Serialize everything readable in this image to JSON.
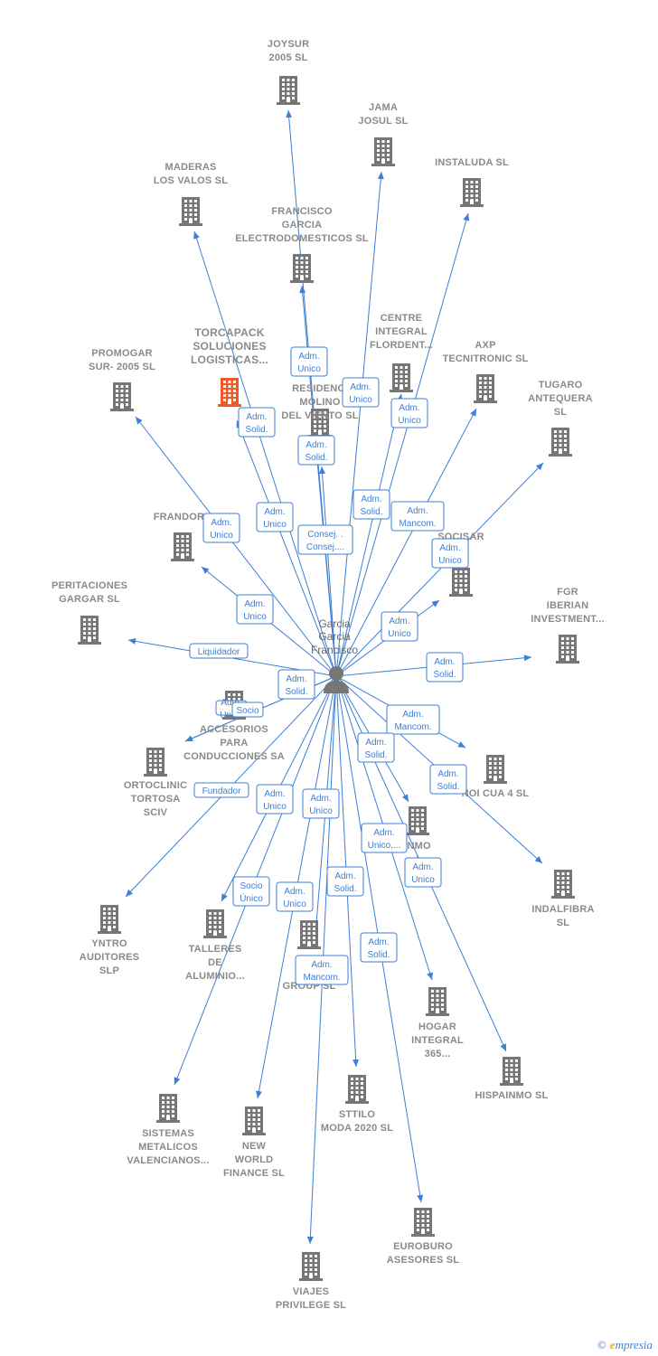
{
  "center": {
    "name_lines": [
      "Garcia",
      "Garcia",
      "Francisco"
    ]
  },
  "nodes": [
    {
      "id": "joysur",
      "lines": [
        "JOYSUR",
        "2005  SL"
      ]
    },
    {
      "id": "jama",
      "lines": [
        "JAMA",
        "JOSUL SL"
      ]
    },
    {
      "id": "instaluda",
      "lines": [
        "INSTALUDA SL"
      ]
    },
    {
      "id": "maderas",
      "lines": [
        "MADERAS",
        "LOS VALOS SL"
      ]
    },
    {
      "id": "francisco",
      "lines": [
        "FRANCISCO",
        "GARCIA",
        "ELECTRODOMESTICOS SL"
      ]
    },
    {
      "id": "torcapack",
      "lines": [
        "TORCAPACK",
        "SOLUCIONES",
        "LOGISTICAS..."
      ],
      "highlight": true
    },
    {
      "id": "centre",
      "lines": [
        "CENTRE",
        "INTEGRAL",
        "FLORDENT..."
      ]
    },
    {
      "id": "axp",
      "lines": [
        "AXP",
        "TECNITRONIC SL"
      ]
    },
    {
      "id": "promogar",
      "lines": [
        "PROMOGAR",
        "SUR- 2005  SL"
      ]
    },
    {
      "id": "residencial",
      "lines": [
        "RESIDENCI",
        "MOLINO",
        "DEL VIENTO SL"
      ]
    },
    {
      "id": "tugaro",
      "lines": [
        "TUGARO",
        "ANTEQUERA",
        "SL"
      ]
    },
    {
      "id": "frandora",
      "lines": [
        "FRANDORA"
      ]
    },
    {
      "id": "socisar",
      "lines": [
        "SOCISAR",
        "SL"
      ]
    },
    {
      "id": "peritaciones",
      "lines": [
        "PERITACIONES",
        "GARGAR SL"
      ]
    },
    {
      "id": "fgr",
      "lines": [
        "FGR",
        "IBERIAN",
        "INVESTMENT..."
      ]
    },
    {
      "id": "accesorios",
      "lines": [
        "ACCESORIOS",
        "PARA",
        "CONDUCCIONES SA"
      ]
    },
    {
      "id": "ortoclinic",
      "lines": [
        "ORTOCLINIC",
        "TORTOSA",
        "SCIV"
      ]
    },
    {
      "id": "noicua",
      "lines": [
        "NOI CUA 4  SL"
      ]
    },
    {
      "id": "inmo",
      "lines": [
        "INMO",
        "I",
        "CA"
      ]
    },
    {
      "id": "indalfibra",
      "lines": [
        "INDALFIBRA",
        "SL"
      ]
    },
    {
      "id": "yntro",
      "lines": [
        "YNTRO",
        "AUDITORES",
        "SLP"
      ]
    },
    {
      "id": "talleres",
      "lines": [
        "TALLERES",
        "DE",
        "ALUMINIO..."
      ]
    },
    {
      "id": "solgroup",
      "lines": [
        "F",
        "SOL",
        "GROUP SL"
      ]
    },
    {
      "id": "hogar",
      "lines": [
        "HOGAR",
        "INTEGRAL",
        "365..."
      ]
    },
    {
      "id": "hispainmo",
      "lines": [
        "HISPAINMO  SL"
      ]
    },
    {
      "id": "sistemas",
      "lines": [
        "SISTEMAS",
        "METALICOS",
        "VALENCIANOS..."
      ]
    },
    {
      "id": "newworld",
      "lines": [
        "NEW",
        "WORLD",
        "FINANCE SL"
      ]
    },
    {
      "id": "sttilo",
      "lines": [
        "STTILO",
        "MODA 2020  SL"
      ]
    },
    {
      "id": "eurobur",
      "lines": [
        "EUROBURO",
        "ASESORES SL"
      ]
    },
    {
      "id": "viajes",
      "lines": [
        "VIAJES",
        "PRIVILEGE SL"
      ]
    }
  ],
  "roles": [
    {
      "lines": [
        "Adm.",
        "Unico"
      ]
    },
    {
      "lines": [
        "Adm.",
        "Unico"
      ]
    },
    {
      "lines": [
        "Adm.",
        "Unico"
      ]
    },
    {
      "lines": [
        "Adm.",
        "Solid."
      ]
    },
    {
      "lines": [
        "Adm.",
        "Solid."
      ]
    },
    {
      "lines": [
        "Adm.",
        "Unico"
      ]
    },
    {
      "lines": [
        "Adm.",
        "Solid."
      ]
    },
    {
      "lines": [
        "Adm.",
        "Mancom."
      ]
    },
    {
      "lines": [
        "Adm.",
        "Unico"
      ]
    },
    {
      "lines": [
        "Consej. .",
        "Consej...."
      ]
    },
    {
      "lines": [
        "Adm.",
        "Unico"
      ]
    },
    {
      "lines": [
        "Adm.",
        "Unico"
      ]
    },
    {
      "lines": [
        "Adm.",
        "Unico"
      ]
    },
    {
      "lines": [
        "Adm.",
        "Solid."
      ]
    },
    {
      "lines": [
        "Liquidador"
      ]
    },
    {
      "lines": [
        "Adm.",
        "Solid."
      ]
    },
    {
      "lines": [
        "Adm.",
        "Unico"
      ]
    },
    {
      "lines": [
        "Socio"
      ]
    },
    {
      "lines": [
        "Adm.",
        "Mancom."
      ]
    },
    {
      "lines": [
        "Adm.",
        "Solid."
      ]
    },
    {
      "lines": [
        "Adm.",
        "Solid."
      ]
    },
    {
      "lines": [
        "Fundador"
      ]
    },
    {
      "lines": [
        "Adm.",
        "Unico"
      ]
    },
    {
      "lines": [
        "Adm.",
        "Unico"
      ]
    },
    {
      "lines": [
        "Adm.",
        "Unico,..."
      ]
    },
    {
      "lines": [
        "Adm.",
        "Unico"
      ]
    },
    {
      "lines": [
        "Socio",
        "Único"
      ]
    },
    {
      "lines": [
        "Adm.",
        "Unico"
      ]
    },
    {
      "lines": [
        "Adm.",
        "Solid."
      ]
    },
    {
      "lines": [
        "Adm.",
        "Solid."
      ]
    },
    {
      "lines": [
        "Adm.",
        "Mancom."
      ]
    }
  ],
  "footer": {
    "copyright": "©",
    "brand_e": "e",
    "brand_rest": "mpresia"
  }
}
